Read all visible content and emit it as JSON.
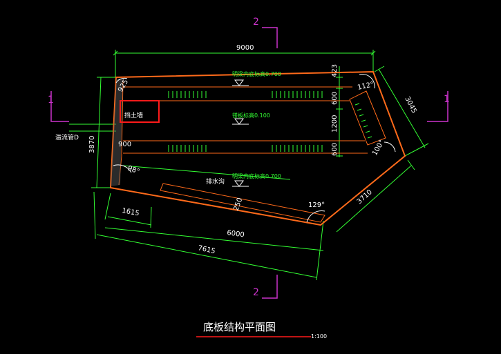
{
  "drawing": {
    "title": "底板结构平面图",
    "scale": "1:100",
    "colors": {
      "background": "#000000",
      "outline": "#ff6a1a",
      "dimension": "#33ff33",
      "section": "#cc33cc",
      "highlight": "#ff1a1a",
      "text": "#ffffff"
    }
  },
  "sections": {
    "top": "2",
    "bottom": "2",
    "left": "1",
    "right": "1"
  },
  "dimensions": {
    "top_width": "9000",
    "left_height": "3870",
    "right_slant": "3045",
    "lower_right_slant": "3710",
    "bottom_short": "1615",
    "bottom_mid": "6000",
    "bottom_long": "7615",
    "row_top": "423",
    "row_a": "600",
    "row_b": "1200",
    "row_c": "600",
    "inner_left_top": "925",
    "inner_left_bottom": "900",
    "bottom_diag": "250"
  },
  "angles": {
    "top_right": "112°",
    "right_lower": "100°",
    "lower_left": "98°",
    "bottom_right": "129°"
  },
  "labels": {
    "elev_top": "明梁内底标高0.700",
    "elev_mid": "镂板标高0.100",
    "elev_bottom": "明梁内底标高0.700",
    "retaining_wall": "挡土墙",
    "drain_ditch": "排水沟",
    "drain_pipe": "溢流管D"
  }
}
